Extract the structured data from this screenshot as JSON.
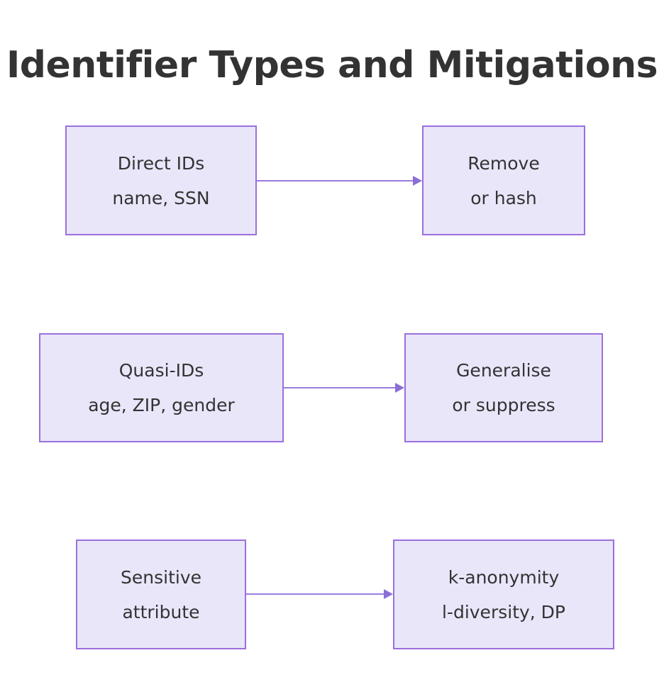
{
  "title": "Identifier Types and Mitigations",
  "colors": {
    "background": "#ffffff",
    "node_fill": "#EAE6FA",
    "node_border": "#9B6FDD",
    "arrow": "#9B7BE0",
    "arrow_head": "#8B6FD6",
    "text": "#333333",
    "title_text": "#333333"
  },
  "rows": [
    {
      "source": {
        "name": "direct-ids",
        "line1": "Direct IDs",
        "line2": "name, SSN"
      },
      "target": {
        "name": "remove-or-hash",
        "line1": "Remove",
        "line2": "or hash"
      },
      "arrow": {
        "name": "arrow-direct-ids-to-remove-or-hash",
        "direction": "right"
      }
    },
    {
      "source": {
        "name": "quasi-ids",
        "line1": "Quasi-IDs",
        "line2": "age, ZIP, gender"
      },
      "target": {
        "name": "generalise-or-suppress",
        "line1": "Generalise",
        "line2": "or suppress"
      },
      "arrow": {
        "name": "arrow-quasi-ids-to-generalise-or-suppress",
        "direction": "right"
      }
    },
    {
      "source": {
        "name": "sensitive-attribute",
        "line1": "Sensitive",
        "line2": "attribute"
      },
      "target": {
        "name": "k-anonymity-l-diversity-dp",
        "line1": "k-anonymity",
        "line2": "l-diversity, DP"
      },
      "arrow": {
        "name": "arrow-sensitive-attribute-to-k-anonymity",
        "direction": "right"
      }
    }
  ]
}
